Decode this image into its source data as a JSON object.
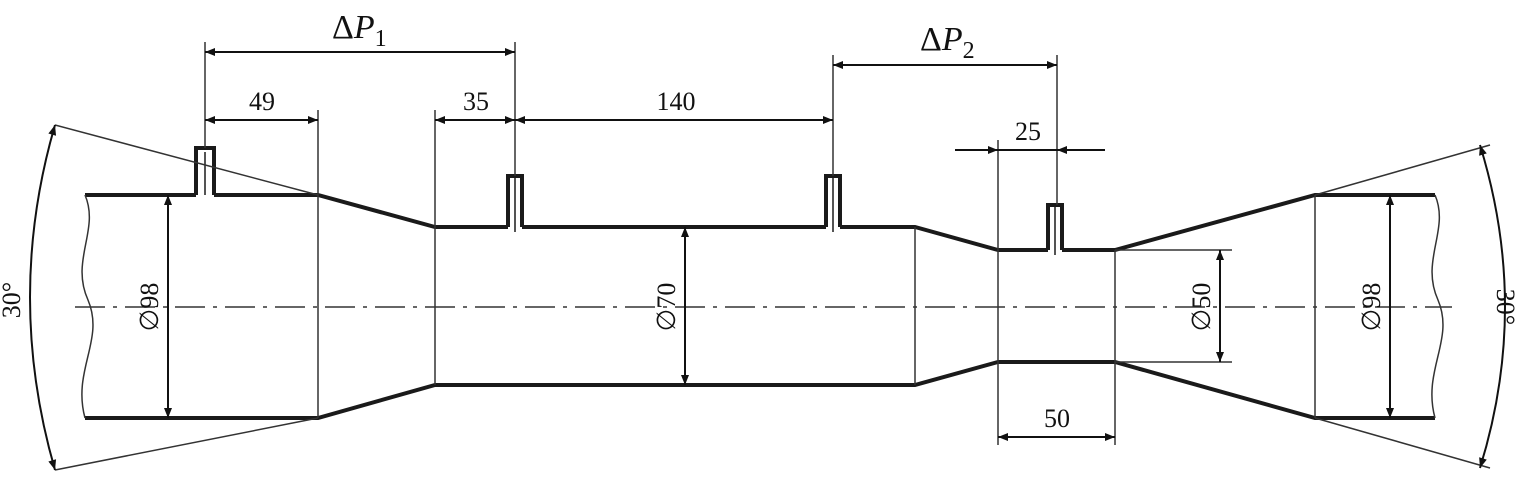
{
  "labels": {
    "dp1_delta": "Δ",
    "dp1_p": "P",
    "dp1_sub": "1",
    "dp2_delta": "Δ",
    "dp2_p": "P",
    "dp2_sub": "2",
    "len_49": "49",
    "len_35": "35",
    "len_140": "140",
    "len_25": "25",
    "len_50": "50",
    "dia_98_left": "∅98",
    "dia_70": "∅70",
    "dia_50": "∅50",
    "dia_98_right": "∅98",
    "angle_left": "30°",
    "angle_right": "30°"
  }
}
